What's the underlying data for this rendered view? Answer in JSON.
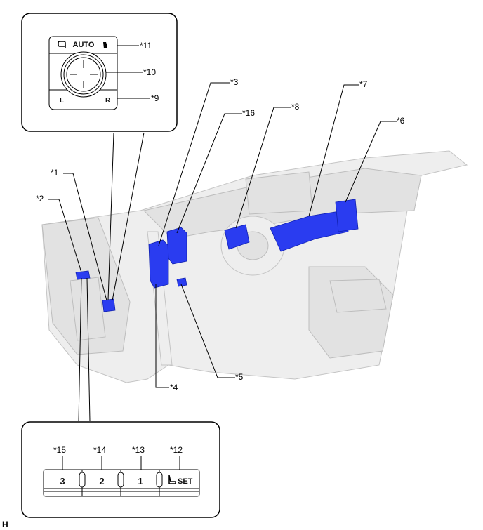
{
  "callouts": {
    "c1": "*1",
    "c2": "*2",
    "c3": "*3",
    "c4": "*4",
    "c5": "*5",
    "c6": "*6",
    "c7": "*7",
    "c8": "*8",
    "c9": "*9",
    "c10": "*10",
    "c11": "*11",
    "c12": "*12",
    "c13": "*13",
    "c14": "*14",
    "c15": "*15",
    "c16": "*16"
  },
  "mirror_switch": {
    "auto_label": "AUTO",
    "left_label": "L",
    "right_label": "R"
  },
  "memory_switch": {
    "buttons": [
      "3",
      "2",
      "1"
    ],
    "set_label": "SET"
  },
  "corner_mark": "H",
  "colors": {
    "component": "#2a3cf0",
    "interior": "#eeeeee"
  }
}
